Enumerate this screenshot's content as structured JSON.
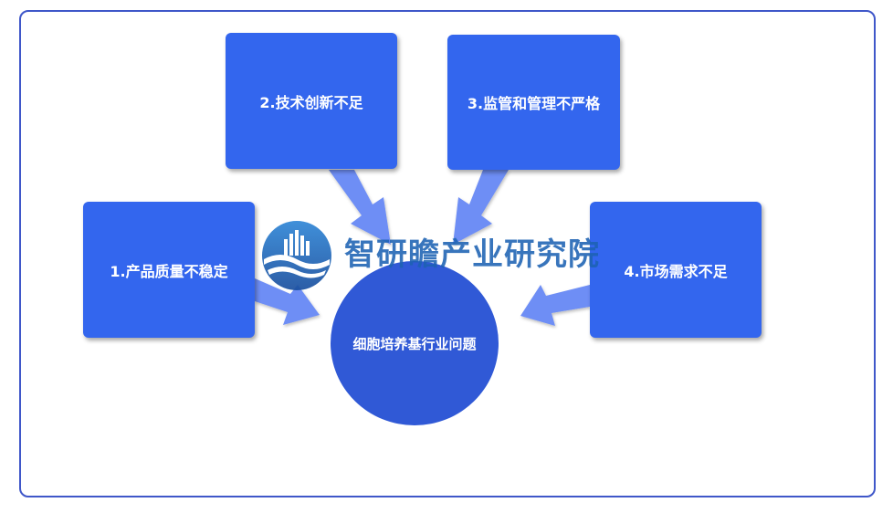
{
  "diagram": {
    "center_label": "细胞培养基行业问题",
    "nodes": [
      {
        "label": "1.产品质量不稳定"
      },
      {
        "label": "2.技术创新不足"
      },
      {
        "label": "3.监管和管理不严格"
      },
      {
        "label": "4.市场需求不足"
      }
    ]
  },
  "watermark": {
    "text": "智研瞻产业研究院"
  },
  "colors": {
    "box": "#3366ee",
    "center": "#3059d6",
    "arrow": "#6e8ef5",
    "frame": "#3f57c9",
    "logo": "#1d62b3"
  }
}
